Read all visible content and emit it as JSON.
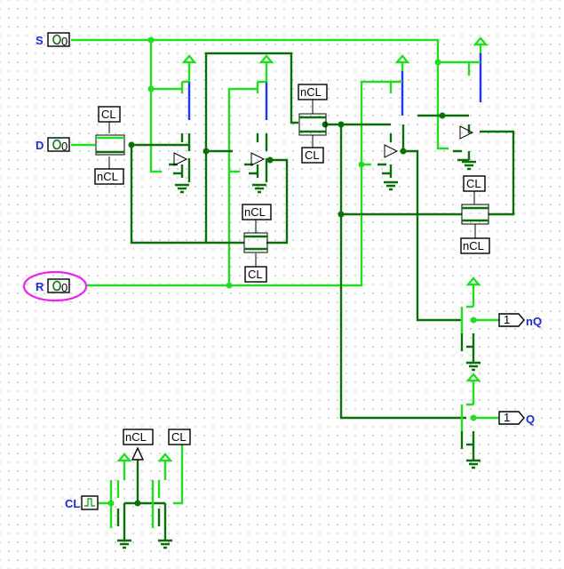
{
  "inputs": {
    "s": {
      "label": "S",
      "value": "0"
    },
    "d": {
      "label": "D",
      "value": "0"
    },
    "r": {
      "label": "R",
      "value": "0"
    },
    "cl": {
      "label": "CL"
    }
  },
  "outputs": {
    "nq": {
      "label": "nQ",
      "value": "1"
    },
    "q": {
      "label": "Q",
      "value": "1"
    }
  },
  "tunnels": {
    "cl": "CL",
    "ncl": "nCL"
  },
  "colors": {
    "wire_high": "#22dd22",
    "wire_low": "#0a6e0a",
    "wire_bus": "#2233ee",
    "highlight": "#ee22ee"
  }
}
